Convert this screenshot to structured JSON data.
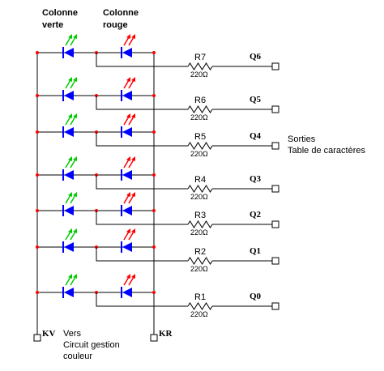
{
  "headers": {
    "green_col": [
      "Colonne",
      "verte"
    ],
    "red_col": [
      "Colonne",
      "rouge"
    ]
  },
  "outputs_note": [
    "Sorties",
    "Table de caractères"
  ],
  "bottom": {
    "kv": "KV",
    "kr": "KR",
    "note": [
      "Vers",
      "Circuit gestion",
      "couleur"
    ]
  },
  "rows": [
    {
      "resistor": "R7",
      "value": "220Ω",
      "output": "Q6"
    },
    {
      "resistor": "R6",
      "value": "220Ω",
      "output": "Q5"
    },
    {
      "resistor": "R5",
      "value": "220Ω",
      "output": "Q4"
    },
    {
      "resistor": "R4",
      "value": "220Ω",
      "output": "Q3"
    },
    {
      "resistor": "R3",
      "value": "220Ω",
      "output": "Q2"
    },
    {
      "resistor": "R2",
      "value": "220Ω",
      "output": "Q1"
    },
    {
      "resistor": "R1",
      "value": "220Ω",
      "output": "Q0"
    }
  ],
  "colors": {
    "led_body": "#0000ff",
    "green_light": "#00cc00",
    "red_light": "#ff0000",
    "node": "#ff0000",
    "wire": "#000000"
  }
}
